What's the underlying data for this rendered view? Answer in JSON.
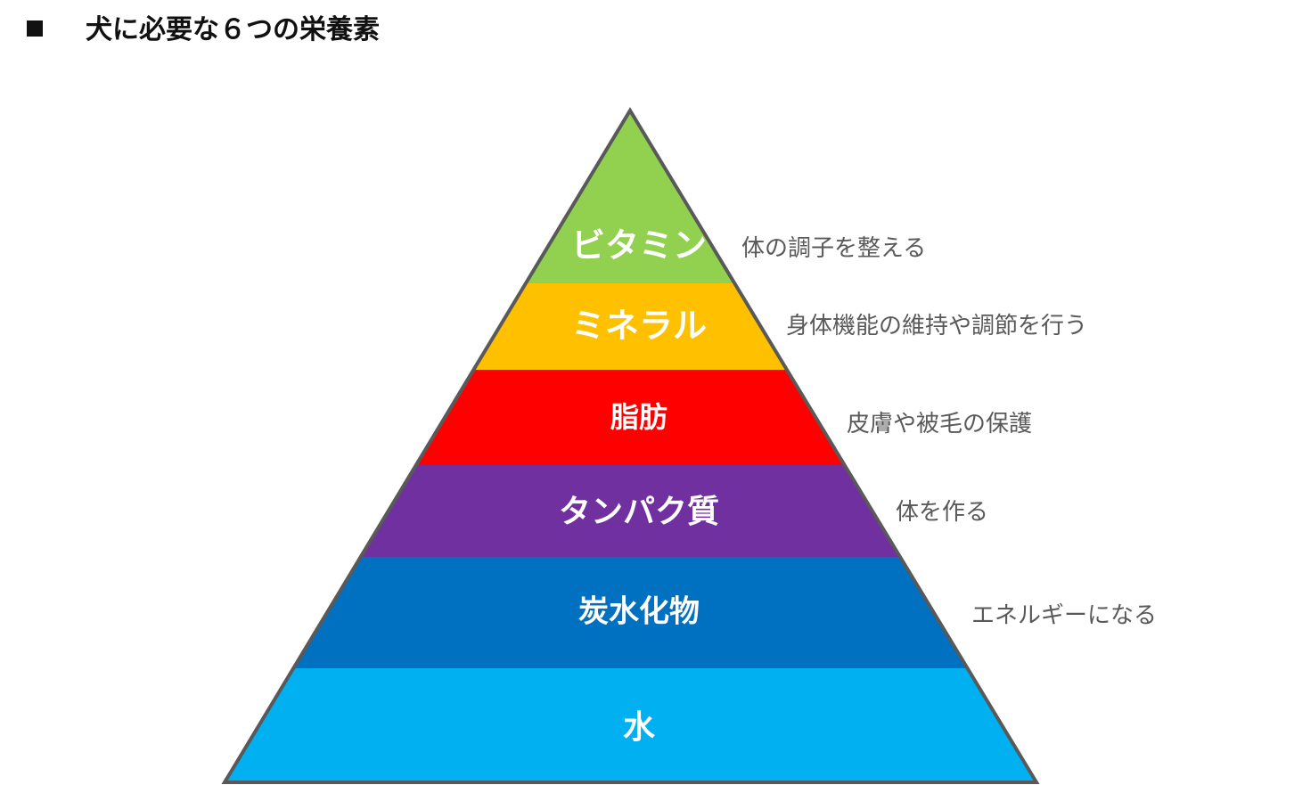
{
  "title": {
    "bullet": "■",
    "text": "犬に必要な６つの栄養素"
  },
  "levels": [
    {
      "label": "ビタミン",
      "description": "体の調子を整える",
      "color": "#92D050"
    },
    {
      "label": "ミネラル",
      "description": "身体機能の維持や調節を行う",
      "color": "#FFC000"
    },
    {
      "label": "脂肪",
      "description": "皮膚や被毛の保護",
      "color": "#FF0000"
    },
    {
      "label": "タンパク質",
      "description": "体を作る",
      "color": "#7030A0"
    },
    {
      "label": "炭水化物",
      "description": "エネルギーになる",
      "color": "#0070C0"
    },
    {
      "label": "水",
      "description": "",
      "color": "#00B0F0"
    }
  ],
  "outline_color": "#595959"
}
